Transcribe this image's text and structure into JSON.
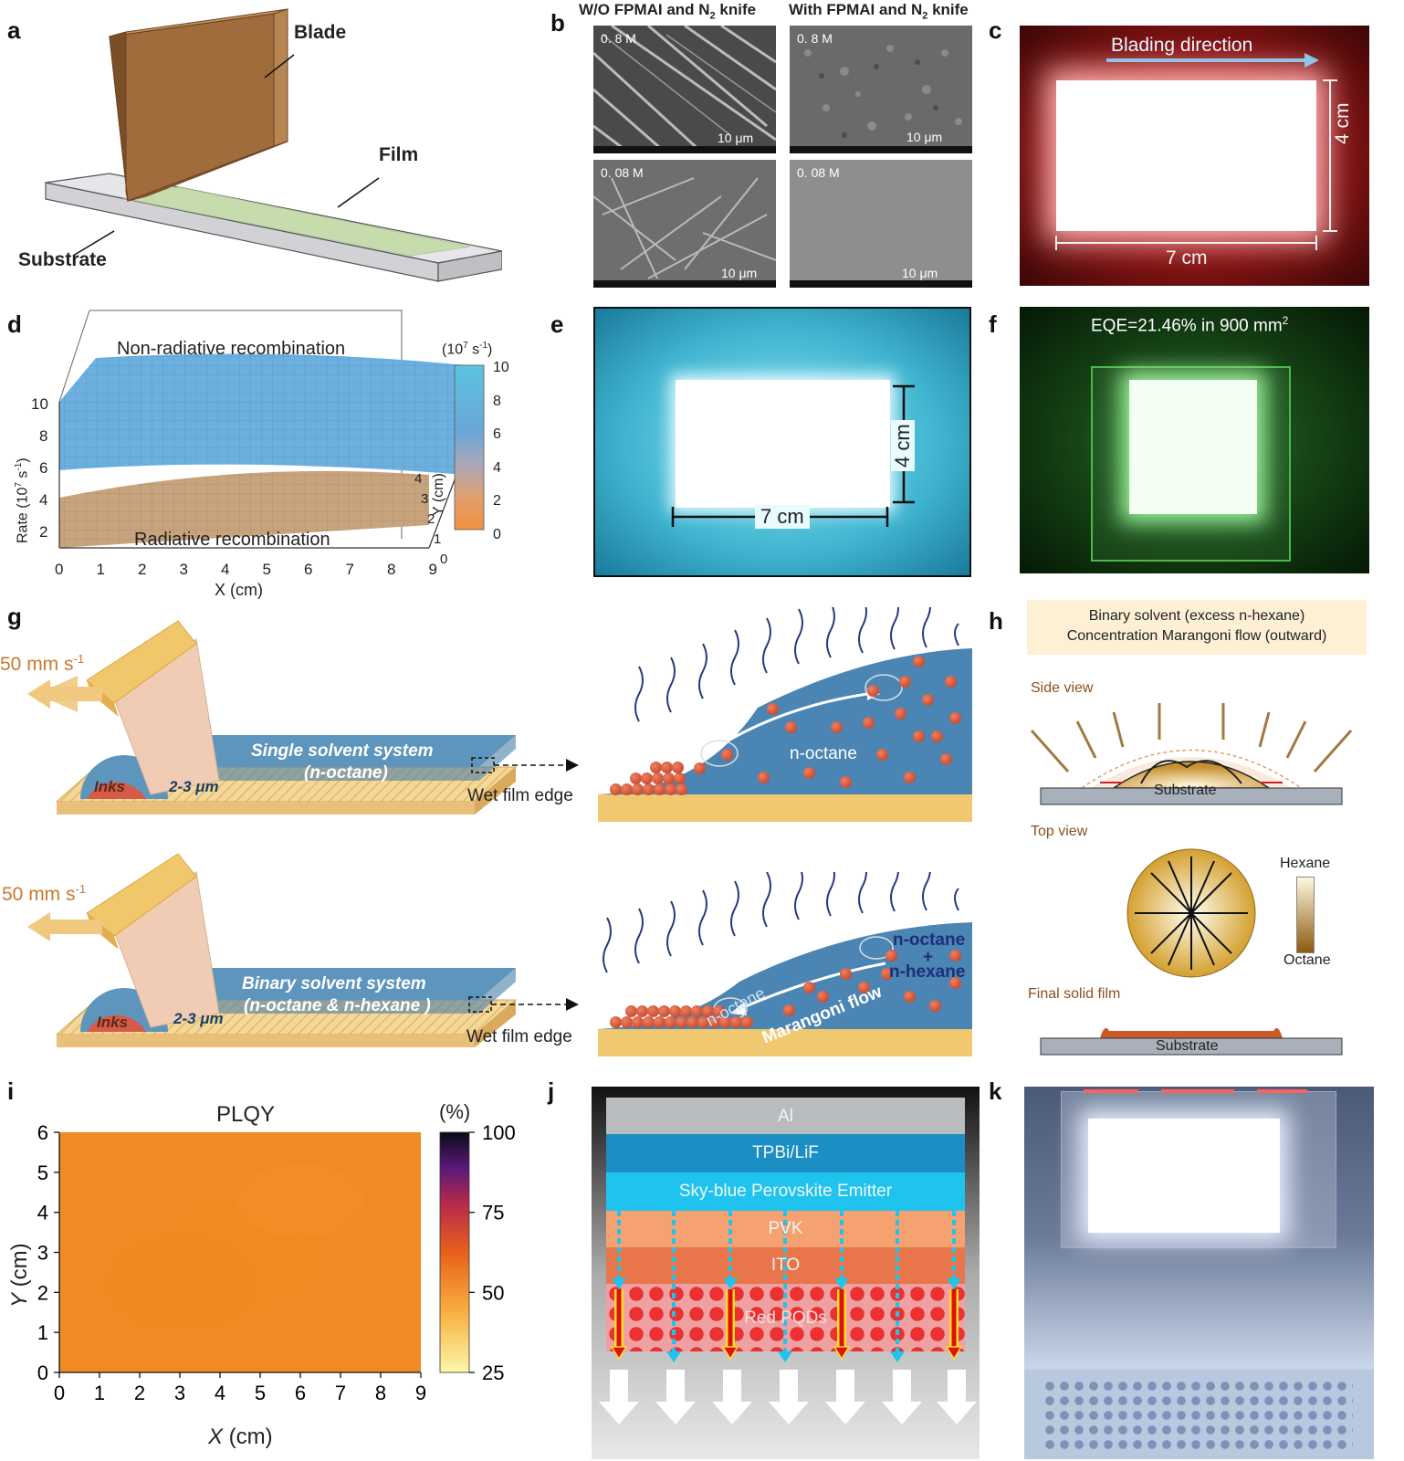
{
  "panels": {
    "a": "a",
    "b": "b",
    "c": "c",
    "d": "d",
    "e": "e",
    "f": "f",
    "g": "g",
    "h": "h",
    "i": "i",
    "j": "j",
    "k": "k"
  },
  "a": {
    "blade": "Blade",
    "film": "Film",
    "substrate": "Substrate"
  },
  "b": {
    "col1": "W/O FPMAI and N",
    "col1_sub": "2",
    "col1_tail": " knife",
    "col2": "With FPMAI and N",
    "col2_sub": "2",
    "col2_tail": " knife",
    "conc_high": "0. 8 M",
    "conc_low": "0. 08 M",
    "scale": "10 μm"
  },
  "c": {
    "direction": "Blading direction",
    "height": "4 cm",
    "width": "7 cm"
  },
  "d": {
    "upper": "Non-radiative recombination",
    "lower": "Radiative recombination",
    "unit": "(10",
    "unit_sup": "7",
    "unit_tail": " s",
    "unit_sup2": "-1",
    "unit_close": ")",
    "ylabel": "Rate (10",
    "ylabel_sup": "7",
    "ylabel_tail": " s",
    "ylabel_sup2": "-1",
    "ylabel_close": ")",
    "xlabel": "X (cm)",
    "yaxis_label": "Y (cm)",
    "rate_ticks": [
      "2",
      "4",
      "6",
      "8",
      "10"
    ],
    "x_ticks": [
      "0",
      "1",
      "2",
      "3",
      "4",
      "5",
      "6",
      "7",
      "8",
      "9"
    ],
    "y_ticks": [
      "0",
      "1",
      "2",
      "3",
      "4"
    ],
    "cbar_ticks": [
      "10",
      "8",
      "6",
      "4",
      "2",
      "0"
    ]
  },
  "e": {
    "height": "4 cm",
    "width": "7 cm"
  },
  "f": {
    "eqe": "EQE=21.46% in 900 mm",
    "eqe_sup": "2"
  },
  "g": {
    "speed": "50 mm s",
    "speed_sup": "-1",
    "inks": "Inks",
    "thickness": "2-3 μm",
    "single_line1": "Single solvent system",
    "single_line2": "(n-octane)",
    "binary_line1": "Binary solvent system",
    "binary_line2": "(n-octane & n-hexane )",
    "wet_edge": "Wet film edge",
    "marangoni": "Marangoni flow",
    "octane": "n-octane",
    "hexane": "n-hexane",
    "plus": "+"
  },
  "h": {
    "box_line1": "Binary solvent (excess n-hexane)",
    "box_line2": "Concentration Marangoni flow (outward)",
    "side_view": "Side view",
    "top_view": "Top view",
    "final_film": "Final solid film",
    "substrate": "Substrate",
    "hexane": "Hexane",
    "octane": "Octane"
  },
  "i": {
    "title": "PLQY",
    "unit": "(%)",
    "xlabel": "X",
    "xlabel_unit": " (cm)",
    "ylabel": "Y",
    "ylabel_unit": " (cm)",
    "x_ticks": [
      "0",
      "1",
      "2",
      "3",
      "4",
      "5",
      "6",
      "7",
      "8",
      "9"
    ],
    "y_ticks": [
      "0",
      "1",
      "2",
      "3",
      "4",
      "5",
      "6"
    ],
    "cbar_ticks": [
      "100",
      "75",
      "50",
      "25"
    ]
  },
  "j": {
    "layers": [
      "Al",
      "TPBi/LiF",
      "Sky-blue Perovskite Emitter",
      "PVK",
      "ITO",
      "Red PQDs"
    ]
  },
  "colors": {
    "blade": "#9a6a3a",
    "film": "#c8dcae",
    "substrate": "#d8d8dc",
    "blue_film": "#4f8fb8",
    "orange_plqy": "#f08a24",
    "al": "#b8bcbe",
    "tpbi": "#1b8fc4",
    "emitter": "#1ec4ee",
    "pvk": "#f5a270",
    "ito": "#e8764a",
    "pqd": "#e02424"
  }
}
